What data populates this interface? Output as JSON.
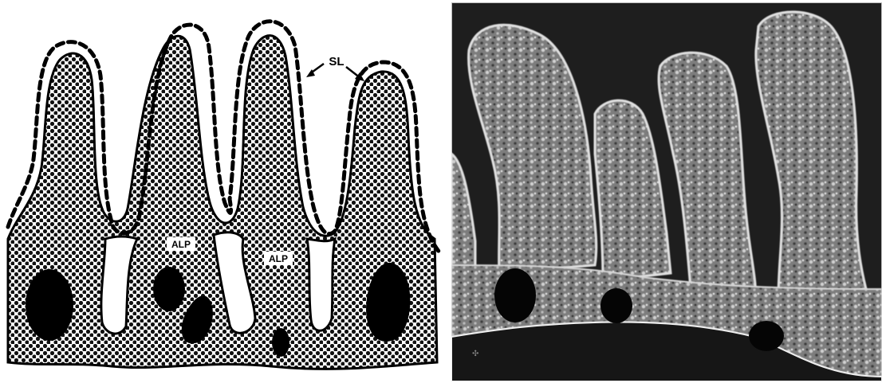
{
  "diagram": {
    "labels": {
      "surface_layer": "SL",
      "alp_left": "ALP",
      "alp_right": "ALP"
    }
  },
  "colors": {
    "ink": "#000000",
    "tissue_dots": "#111111",
    "background": "#ffffff",
    "micro_bg": "#1e1e1e",
    "micro_tissue": "#8a8a8a",
    "micro_light": "#d8d8d8",
    "micro_dark": "#050505"
  }
}
